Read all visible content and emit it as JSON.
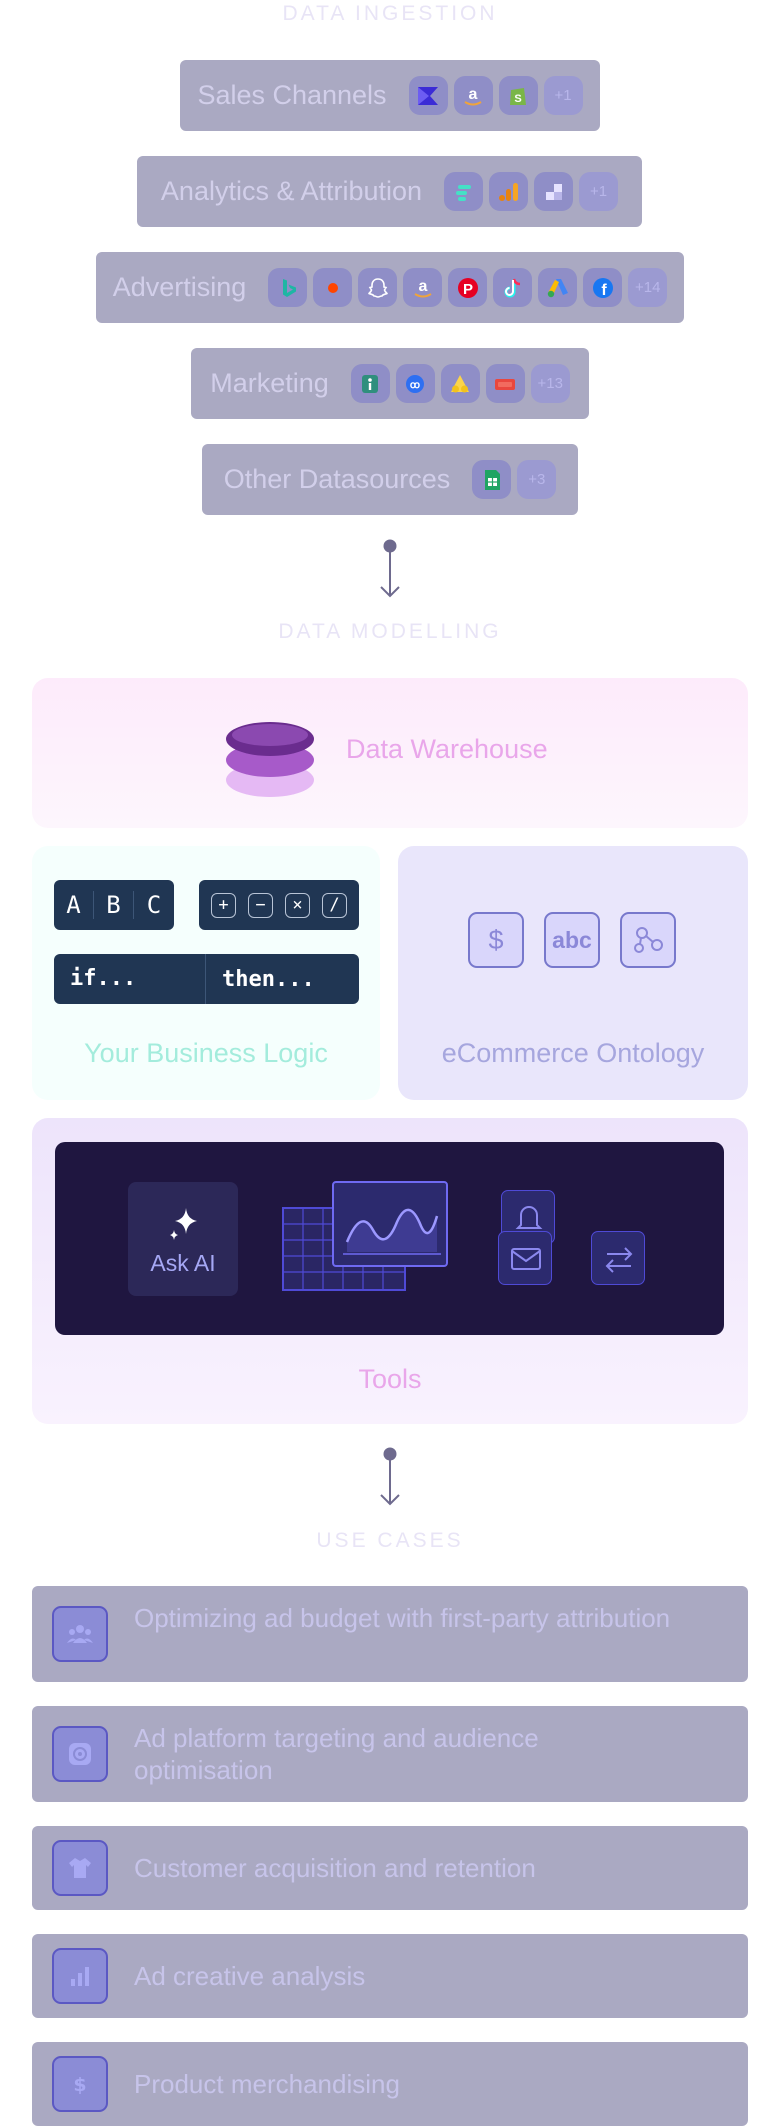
{
  "ingestion": {
    "heading": "DATA INGESTION",
    "sources": [
      {
        "label": "Sales Channels",
        "logos": [
          "klaviyo-logo",
          "amazon-logo",
          "shopify-logo"
        ],
        "more": "+1"
      },
      {
        "label": "Analytics & Attribution",
        "logos": [
          "triple-whale-logo",
          "google-analytics-logo",
          "northbeam-logo"
        ],
        "more": "+1"
      },
      {
        "label": "Advertising",
        "logos": [
          "bing-logo",
          "reddit-logo",
          "snapchat-logo",
          "amazon-ads-logo",
          "pinterest-logo",
          "tiktok-logo",
          "google-ads-logo",
          "facebook-logo"
        ],
        "more": "+14"
      },
      {
        "label": "Marketing",
        "logos": [
          "klaviyo-logo",
          "attentive-logo",
          "yotpo-logo",
          "postscript-logo"
        ],
        "more": "+13"
      },
      {
        "label": "Other Datasources",
        "logos": [
          "google-sheets-logo"
        ],
        "more": "+3"
      }
    ]
  },
  "modelling": {
    "heading": "DATA MODELLING",
    "warehouse": {
      "label": "Data Warehouse",
      "icon": "database-stack-icon"
    },
    "logic": {
      "label": "Your Business Logic",
      "letters": [
        "A",
        "B",
        "C"
      ],
      "operators": [
        "+",
        "−",
        "×",
        "/"
      ],
      "if_text": "if...",
      "then_text": "then..."
    },
    "ontology": {
      "label": "eCommerce Ontology",
      "icons": [
        "dollar-icon",
        "abc-icon",
        "graph-nodes-icon"
      ],
      "dollar": "$",
      "abc": "abc"
    },
    "tools": {
      "label": "Tools",
      "ask_ai": "Ask AI"
    }
  },
  "use_cases": {
    "heading": "USE CASES",
    "items": [
      {
        "label": "Optimizing ad budget with first-party attribution",
        "icon": "team-icon"
      },
      {
        "label": "Ad platform targeting and audience optimisation",
        "icon": "target-icon"
      },
      {
        "label": "Customer acquisition and retention",
        "icon": "shirt-icon"
      },
      {
        "label": "Ad creative analysis",
        "icon": "bar-chart-icon"
      },
      {
        "label": "Product merchandising",
        "icon": "dollar-tag-icon"
      }
    ]
  },
  "colors": {
    "card_bg": "#aaa9c2",
    "heading": "#e8e4f6",
    "warehouse_label": "#e9a6ea",
    "logic_label": "#a3ecdc",
    "ontology_label": "#a6a6de",
    "tools_label": "#e9a6ea",
    "tools_dark": "#1f1640"
  }
}
